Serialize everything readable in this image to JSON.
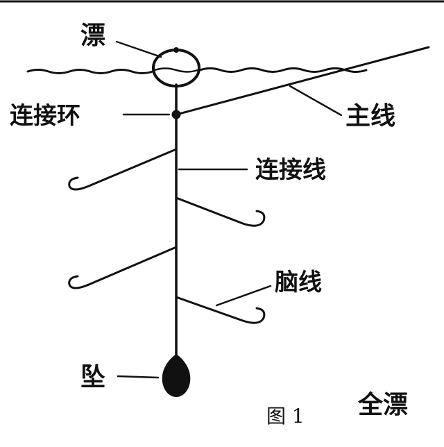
{
  "labels": {
    "float": "漂",
    "connector_ring": "连接环",
    "main_line": "主线",
    "connecting_line": "连接线",
    "hook_line": "脑线",
    "sinker": "坠",
    "figure_caption": "图 1",
    "figure_title": "全漂"
  },
  "colors": {
    "ink": "#111111",
    "background": "#ffffff"
  }
}
